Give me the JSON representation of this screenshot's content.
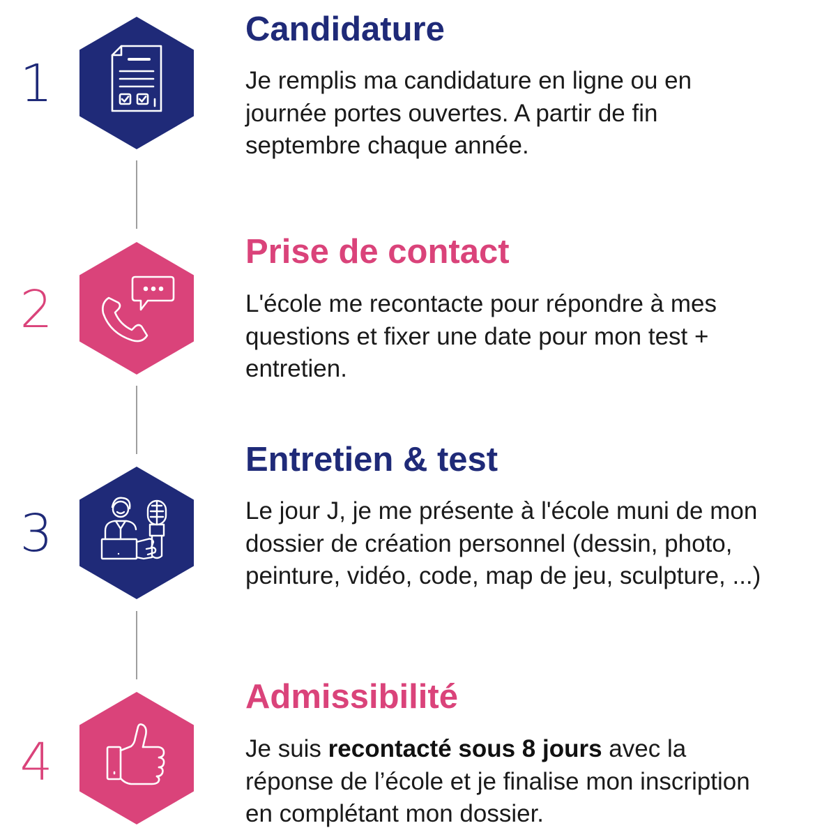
{
  "colors": {
    "navy": "#1f2a78",
    "pink": "#da437a",
    "connector": "#9e9e9e",
    "text": "#1a1a1a"
  },
  "steps": [
    {
      "number": "1",
      "title": "Candidature",
      "icon": "application-form-icon",
      "color": "navy",
      "description": "Je remplis ma candidature en ligne ou en journée portes ouvertes. A partir de fin septembre chaque année."
    },
    {
      "number": "2",
      "title": "Prise de contact",
      "icon": "phone-chat-icon",
      "color": "pink",
      "description": "L'école me recontacte pour répondre à mes questions et fixer une date pour mon test + entretien."
    },
    {
      "number": "3",
      "title": "Entretien & test",
      "icon": "interview-microphone-icon",
      "color": "navy",
      "description": "Le jour J, je me présente à l'école muni de mon dossier de création personnel (dessin, photo, peinture, vidéo, code, map de jeu, sculpture, ...)"
    },
    {
      "number": "4",
      "title": "Admissibilité",
      "icon": "thumbs-up-icon",
      "color": "pink",
      "description_before": "Je suis ",
      "description_bold": "recontacté sous 8 jours",
      "description_after": " avec la réponse de l’école et je finalise mon inscription en complétant mon dossier."
    }
  ]
}
